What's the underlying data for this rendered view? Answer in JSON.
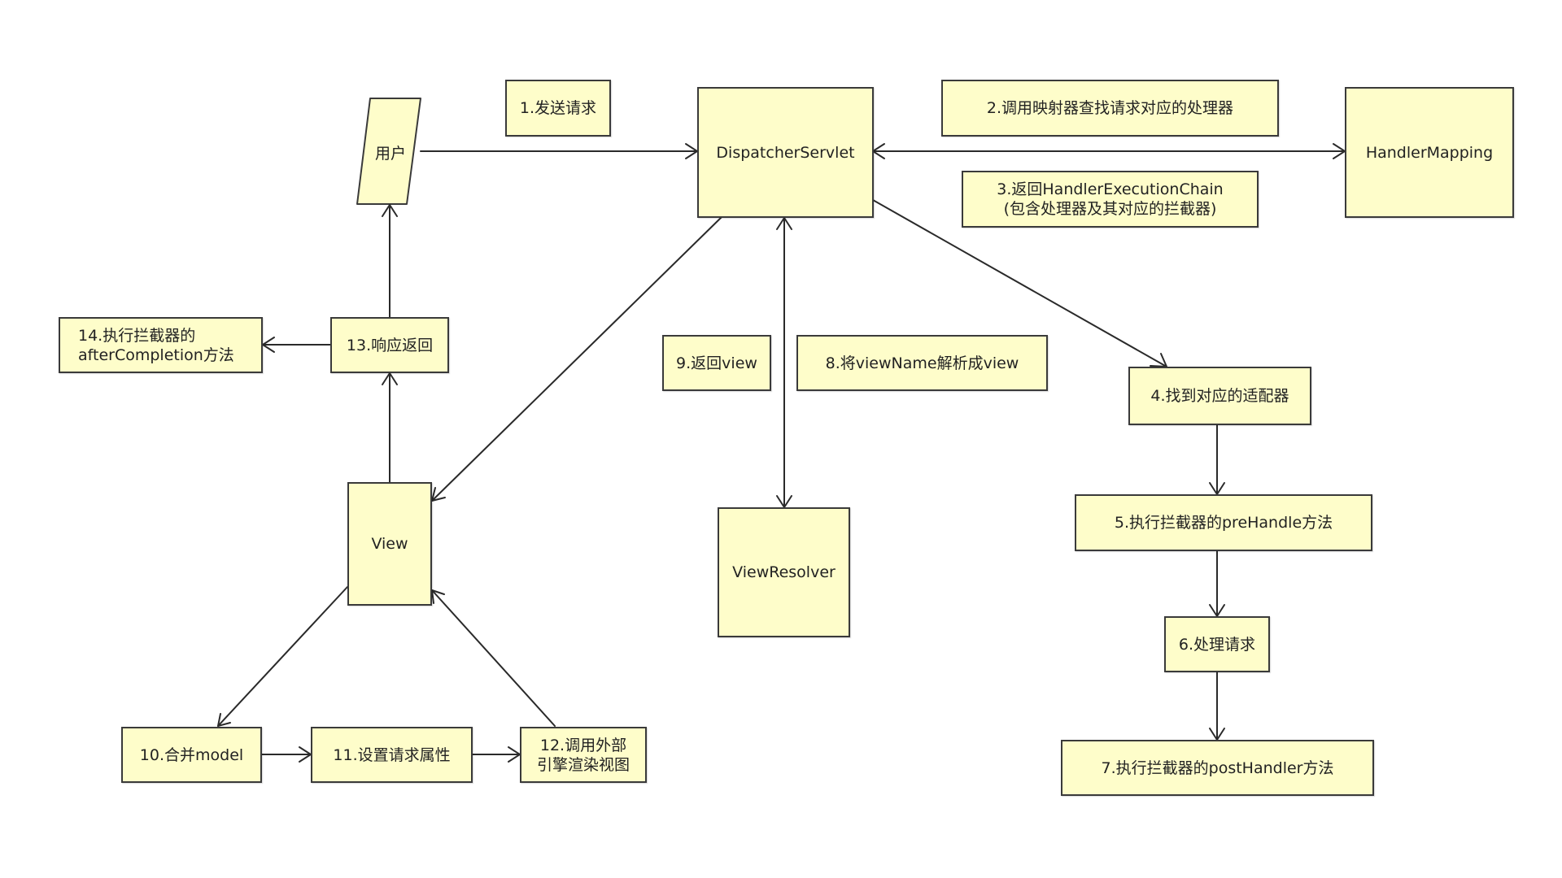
{
  "diagram": {
    "colors": {
      "box_fill": "#fefdca",
      "box_border": "#3a3a3a",
      "line": "#2a2a2a",
      "background": "#ffffff"
    },
    "nodes": {
      "user": "用户",
      "dispatcher_servlet": "DispatcherServlet",
      "handler_mapping": "HandlerMapping",
      "view_resolver": "ViewResolver",
      "view": "View"
    },
    "steps": {
      "s1": "1.发送请求",
      "s2": "2.调用映射器查找请求对应的处理器",
      "s3": "3.返回HandlerExecutionChain\n(包含处理器及其对应的拦截器)",
      "s4": "4.找到对应的适配器",
      "s5": "5.执行拦截器的preHandle方法",
      "s6": "6.处理请求",
      "s7": "7.执行拦截器的postHandler方法",
      "s8": "8.将viewName解析成view",
      "s9": "9.返回view",
      "s10": "10.合并model",
      "s11": "11.设置请求属性",
      "s12": "12.调用外部\n引擎渲染视图",
      "s13": "13.响应返回",
      "s14": "14.执行拦截器的\nafterCompletion方法"
    },
    "edges": [
      {
        "from": "user",
        "to": "dispatcher_servlet",
        "label": "s1"
      },
      {
        "from": "dispatcher_servlet",
        "to": "handler_mapping",
        "label": "s2",
        "bidirectional": true
      },
      {
        "from": "dispatcher_servlet",
        "to": "s4",
        "label": ""
      },
      {
        "from": "s4",
        "to": "s5",
        "label": ""
      },
      {
        "from": "s5",
        "to": "s6",
        "label": ""
      },
      {
        "from": "s6",
        "to": "s7",
        "label": ""
      },
      {
        "from": "dispatcher_servlet",
        "to": "view_resolver",
        "label": "s8",
        "bidirectional": true
      },
      {
        "from": "dispatcher_servlet",
        "to": "view",
        "label": ""
      },
      {
        "from": "view",
        "to": "s10",
        "label": ""
      },
      {
        "from": "s10",
        "to": "s11",
        "label": ""
      },
      {
        "from": "s11",
        "to": "s12",
        "label": ""
      },
      {
        "from": "s12",
        "to": "view",
        "label": ""
      },
      {
        "from": "view",
        "to": "s13",
        "label": ""
      },
      {
        "from": "s13",
        "to": "s14",
        "label": ""
      },
      {
        "from": "s13",
        "to": "user",
        "label": ""
      }
    ]
  }
}
